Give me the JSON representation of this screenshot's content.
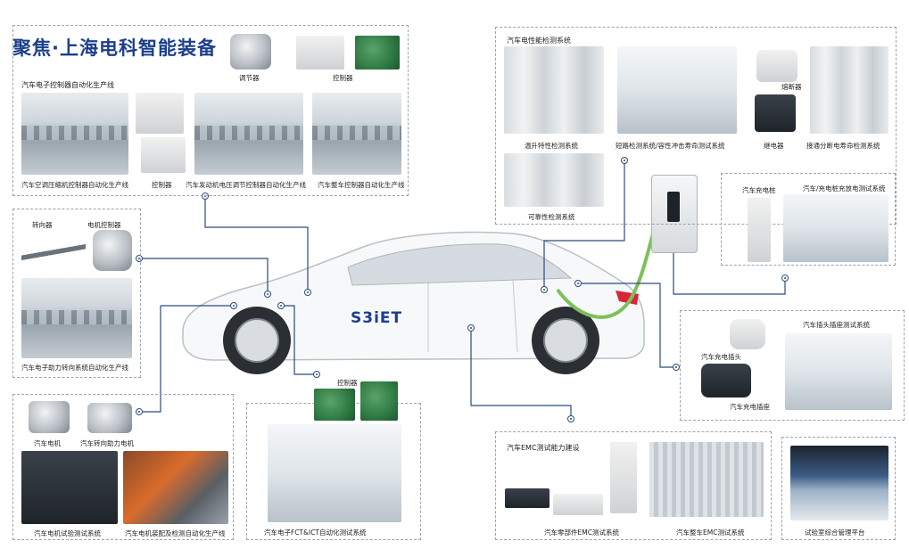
{
  "title": "聚焦·上海电科智能装备",
  "car_logo": "S3iET",
  "panels": {
    "controller_line": {
      "title": "汽车电子控制器自动化生产线",
      "items": [
        "调节器",
        "控制器",
        "汽车空调压缩机控制器自动化生产线",
        "控制器",
        "汽车发动机电压调节控制器自动化生产线",
        "汽车整车控制器自动化生产线"
      ]
    },
    "steering": {
      "items": [
        "转向器",
        "电机控制器",
        "汽车电子助力转向系统自动化生产线"
      ]
    },
    "motor": {
      "items": [
        "汽车电机",
        "汽车转向助力电机",
        "汽车电机试验测试系统",
        "汽车电机装配及检测自动化生产线"
      ]
    },
    "fct": {
      "items": [
        "控制器",
        "汽车电子FCT&ICT自动化测试系统"
      ]
    },
    "electrical_test": {
      "title": "汽车电性能检测系统",
      "items": [
        "熔断器",
        "温升特性检测系统",
        "短路检测系统/容性冲击寿命测试系统",
        "继电器",
        "接通分断电寿命检测系统",
        "可靠性检测系统"
      ]
    },
    "charging": {
      "items": [
        "汽车充电桩",
        "汽车/充电桩充放电测试系统"
      ]
    },
    "plug": {
      "items": [
        "汽车插头插座测试系统",
        "汽车充电插头",
        "汽车充电插座"
      ]
    },
    "emc": {
      "title": "汽车EMC测试能力建设",
      "items": [
        "汽车零部件EMC测试系统",
        "汽车整车EMC测试系统"
      ]
    },
    "lab": {
      "items": [
        "试验室综合管理平台"
      ]
    }
  }
}
